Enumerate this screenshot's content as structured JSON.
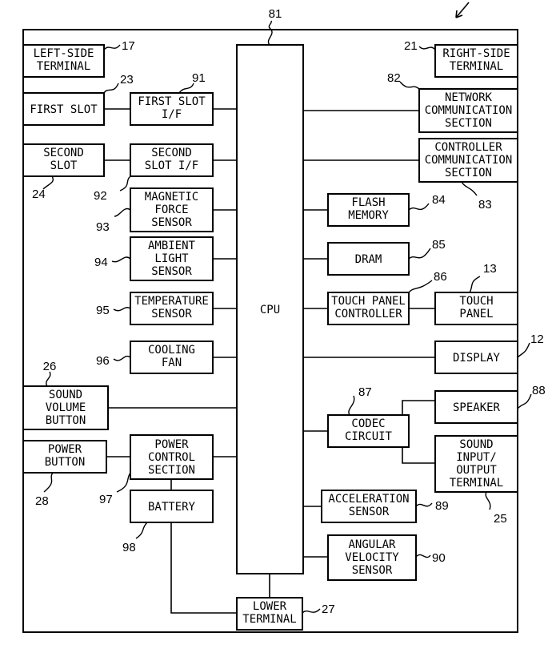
{
  "diagram": {
    "blocks": {
      "cpu": "CPU",
      "left_terminal": [
        "LEFT-SIDE",
        "TERMINAL"
      ],
      "first_slot": [
        "FIRST SLOT"
      ],
      "first_slot_if": [
        "FIRST SLOT",
        "I/F"
      ],
      "second_slot": [
        "SECOND",
        "SLOT"
      ],
      "second_slot_if": [
        "SECOND",
        "SLOT I/F"
      ],
      "magnetic_sensor": [
        "MAGNETIC",
        "FORCE",
        "SENSOR"
      ],
      "ambient_sensor": [
        "AMBIENT",
        "LIGHT",
        "SENSOR"
      ],
      "temperature_sensor": [
        "TEMPERATURE",
        "SENSOR"
      ],
      "cooling_fan": [
        "COOLING",
        "FAN"
      ],
      "sound_volume_button": [
        "SOUND",
        "VOLUME",
        "BUTTON"
      ],
      "power_button": [
        "POWER",
        "BUTTON"
      ],
      "power_control": [
        "POWER",
        "CONTROL",
        "SECTION"
      ],
      "battery": [
        "BATTERY"
      ],
      "lower_terminal": [
        "LOWER",
        "TERMINAL"
      ],
      "right_terminal": [
        "RIGHT-SIDE",
        "TERMINAL"
      ],
      "network_comm": [
        "NETWORK",
        "COMMUNICATION",
        "SECTION"
      ],
      "controller_comm": [
        "CONTROLLER",
        "COMMUNICATION",
        "SECTION"
      ],
      "flash_memory": [
        "FLASH",
        "MEMORY"
      ],
      "dram": [
        "DRAM"
      ],
      "touch_panel_controller": [
        "TOUCH PANEL",
        "CONTROLLER"
      ],
      "touch_panel": [
        "TOUCH",
        "PANEL"
      ],
      "display": [
        "DISPLAY"
      ],
      "speaker": [
        "SPEAKER"
      ],
      "codec_circuit": [
        "CODEC",
        "CIRCUIT"
      ],
      "sound_io_terminal": [
        "SOUND",
        "INPUT/",
        "OUTPUT",
        "TERMINAL"
      ],
      "acceleration_sensor": [
        "ACCELERATION",
        "SENSOR"
      ],
      "angular_velocity_sensor": [
        "ANGULAR",
        "VELOCITY",
        "SENSOR"
      ]
    },
    "refs": {
      "cpu": "81",
      "left_terminal": "17",
      "first_slot": "23",
      "first_slot_if": "91",
      "second_slot": "24",
      "second_slot_if": "92",
      "magnetic_sensor": "93",
      "ambient_sensor": "94",
      "temperature_sensor": "95",
      "cooling_fan": "96",
      "sound_volume_button": "26",
      "power_button": "28",
      "power_control": "97",
      "battery": "98",
      "lower_terminal": "27",
      "right_terminal": "21",
      "network_comm": "82",
      "controller_comm": "83",
      "flash_memory": "84",
      "dram": "85",
      "touch_panel_controller": "86",
      "touch_panel": "13",
      "display": "12",
      "speaker": "88",
      "codec_circuit": "87",
      "sound_io_terminal": "25",
      "acceleration_sensor": "89",
      "angular_velocity_sensor": "90"
    }
  }
}
